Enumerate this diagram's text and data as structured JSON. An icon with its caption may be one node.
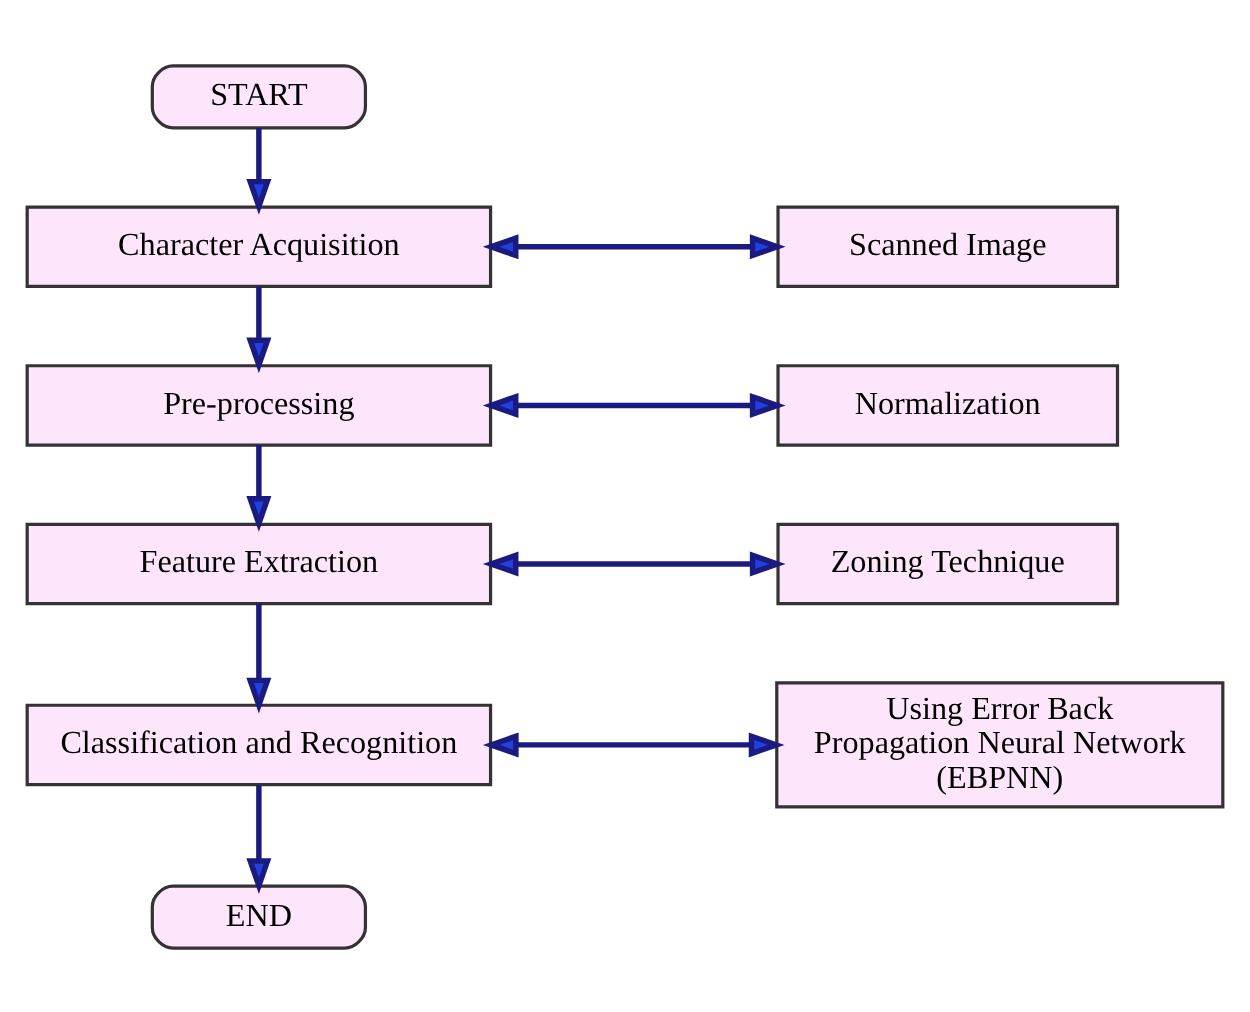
{
  "diagram": {
    "nodes": [
      {
        "text": [
          "START"
        ]
      },
      {
        "text": [
          "Character Acquisition"
        ]
      },
      {
        "text": [
          "Scanned Image"
        ]
      },
      {
        "text": [
          "Pre-processing"
        ]
      },
      {
        "text": [
          "Normalization"
        ]
      },
      {
        "text": [
          "Feature Extraction"
        ]
      },
      {
        "text": [
          "Zoning Technique"
        ]
      },
      {
        "text": [
          "Classification and Recognition"
        ]
      },
      {
        "text": [
          "Using Error Back Propagation Neural Network (EBPNN)"
        ]
      },
      {
        "text": [
          "END"
        ]
      }
    ],
    "edges": [
      {
        "from": 0,
        "to": 1,
        "arrow": "to"
      },
      {
        "from": 1,
        "to": 2,
        "arrow": "both"
      },
      {
        "from": 1,
        "to": 3,
        "arrow": "to"
      },
      {
        "from": 3,
        "to": 4,
        "arrow": "both"
      },
      {
        "from": 3,
        "to": 5,
        "arrow": "to"
      },
      {
        "from": 5,
        "to": 6,
        "arrow": "both"
      },
      {
        "from": 5,
        "to": 7,
        "arrow": "to"
      },
      {
        "from": 7,
        "to": 8,
        "arrow": "both"
      },
      {
        "from": 7,
        "to": 9,
        "arrow": "to"
      }
    ]
  }
}
